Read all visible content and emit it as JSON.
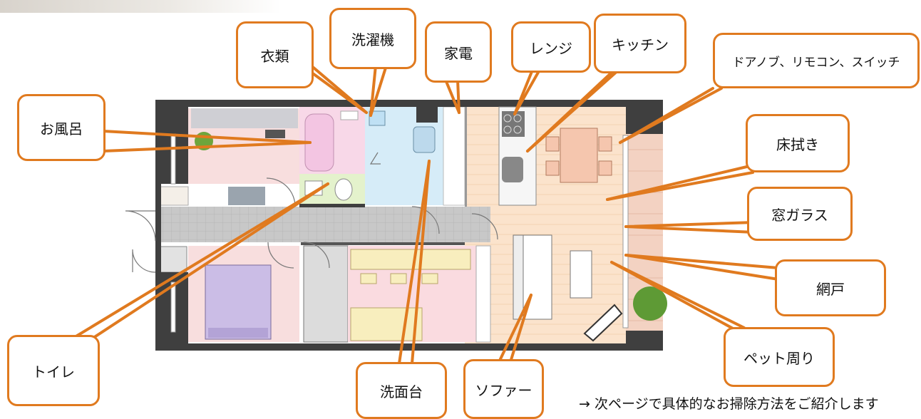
{
  "colors": {
    "accent": "#e07a1f",
    "wall": "#3f3f3f",
    "bedroom_floor": "#f8dede",
    "living_floor": "#fbe3cc",
    "bath_floor": "#f8d8e8",
    "washroom_floor": "#d6ecf8",
    "toilet_floor": "#e4f2cc",
    "corridor_floor": "#c4c4c4",
    "kids_room_floor": "#fadbe0",
    "balcony_floor": "#f3d2c2"
  },
  "labels": {
    "bath": "お風呂",
    "clothes": "衣類",
    "washing_machine": "洗濯機",
    "appliances": "家電",
    "range": "レンジ",
    "kitchen": "キッチン",
    "switches": "ドアノブ、リモコン、スイッチ",
    "floor_wipe": "床拭き",
    "window_glass": "窓ガラス",
    "screen_door": "網戸",
    "pet_area": "ペット周り",
    "toilet": "トイレ",
    "washstand": "洗面台",
    "sofa": "ソファー"
  },
  "footer": {
    "note": "→ 次ページで具体的なお掃除方法をご紹介します"
  }
}
